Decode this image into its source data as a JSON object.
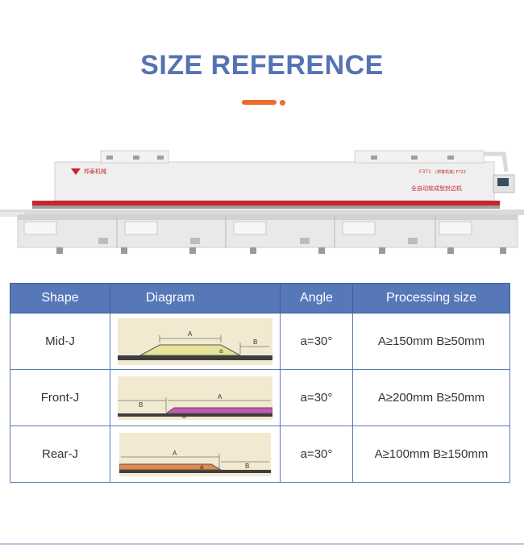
{
  "title": "SIZE REFERENCE",
  "machine": {
    "brand_label": "邦泰机械",
    "model_label": "F371",
    "model_sub": "(邦泰机械) F722",
    "name_label": "全自动软成型封边机"
  },
  "table": {
    "headers": {
      "shape": "Shape",
      "diagram": "Diagram",
      "angle": "Angle",
      "size": "Processing size"
    },
    "rows": [
      {
        "shape": "Mid-J",
        "angle": "a=30°",
        "size": "A≥150mm  B≥50mm",
        "diagram": {
          "label_a": "A",
          "label_b": "B",
          "label_angle": "a"
        }
      },
      {
        "shape": "Front-J",
        "angle": "a=30°",
        "size": "A≥200mm  B≥50mm",
        "diagram": {
          "label_a": "A",
          "label_b": "B",
          "label_angle": "a"
        }
      },
      {
        "shape": "Rear-J",
        "angle": "a=30°",
        "size": "A≥100mm  B≥150mm",
        "diagram": {
          "label_a": "A",
          "label_b": "B",
          "label_angle": "a"
        }
      }
    ]
  },
  "colors": {
    "title": "#5573b4",
    "accent": "#ef6a2c",
    "header_bg": "#5778b8",
    "mid_j_fill": "#e7e39a",
    "front_j_fill": "#c45ab0",
    "rear_j_fill": "#e0894c",
    "diagram_bg": "#f1ead0"
  }
}
